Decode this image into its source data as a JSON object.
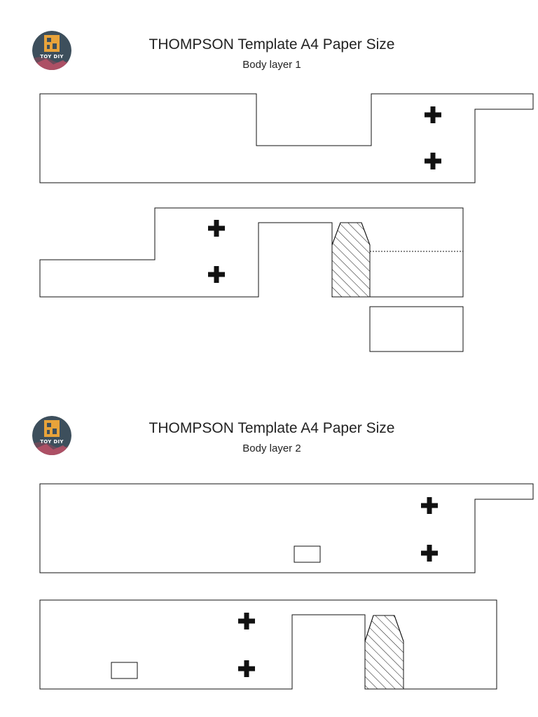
{
  "sections": [
    {
      "logo_text": "TOY DIY",
      "title": "THOMPSON Template A4 Paper Size",
      "subtitle": "Body layer 1"
    },
    {
      "logo_text": "TOY DIY",
      "title": "THOMPSON Template A4 Paper Size",
      "subtitle": "Body layer 2"
    }
  ],
  "icons": {
    "cross_mark": "plus-icon",
    "logo": "toy-diy-logo"
  },
  "colors": {
    "line": "#111111",
    "logo_bg": "#3d4f5c",
    "logo_accent": "#e8a33a"
  }
}
